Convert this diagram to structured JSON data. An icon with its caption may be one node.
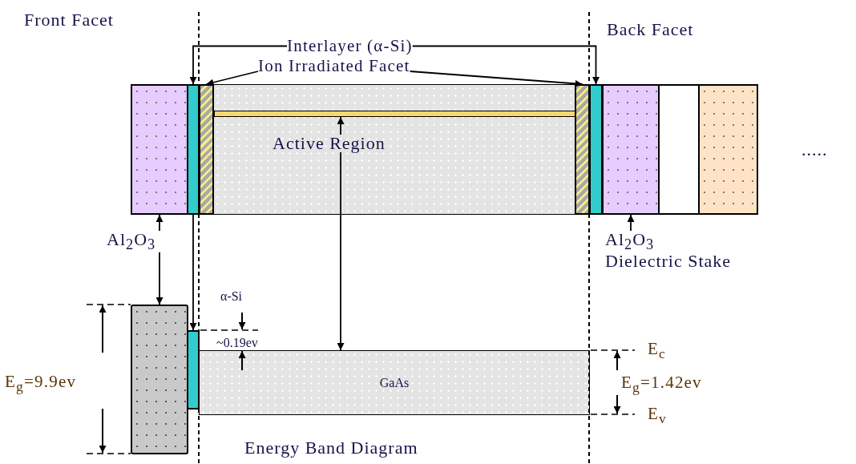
{
  "diagram": {
    "nodes": [
      {
        "text": [
          "Interlayer (α-Si)"
        ]
      },
      {
        "text": [
          "Ion Irradiated Facet"
        ]
      },
      {
        "text": [],
        "shape": "bar"
      },
      {
        "text": [],
        "shape": "bar"
      },
      {
        "text": [],
        "shape": "bar"
      },
      {
        "text": [],
        "shape": "bar"
      },
      {
        "text": [],
        "shape": "bar"
      },
      {
        "text": [],
        "shape": "bar"
      },
      {
        "text": [],
        "shape": "bar"
      },
      {
        "text": [],
        "shape": "bar"
      },
      {
        "text": [],
        "shape": "bar"
      },
      {
        "text": [
          "Active Region"
        ]
      },
      {
        "text": [
          "Al$_{2}$O$_{3}$"
        ]
      },
      {
        "text": [
          "Al$_{2}$O$_{3}$"
        ]
      },
      {
        "text": [],
        "shape": "box"
      },
      {
        "text": [],
        "shape": "box"
      },
      {
        "text": [
          "GaAs"
        ]
      }
    ],
    "edges": [
      {
        "from": 0,
        "to": 3,
        "arrow": "to"
      },
      {
        "from": 0,
        "to": 7,
        "arrow": "to"
      },
      {
        "from": 1,
        "to": 4,
        "arrow": "to"
      },
      {
        "from": 1,
        "to": 6,
        "arrow": "to"
      },
      {
        "from": 11,
        "to": 5,
        "arrow": "to"
      },
      {
        "from": 11,
        "to": 16,
        "arrow": "to"
      },
      {
        "from": 12,
        "to": 2,
        "arrow": "to"
      },
      {
        "from": 12,
        "to": 14,
        "arrow": "to"
      },
      {
        "from": 13,
        "to": 8,
        "arrow": "to"
      },
      {
        "from": 3,
        "to": 15,
        "arrow": "to"
      }
    ],
    "labels": [
      "Front Facet",
      "Back Facet",
      ".....",
      "Dielectric Stake",
      "α-Si",
      "~0.19ev",
      "E$_{g}$=9.9ev",
      "E$_{c}$",
      "E$_{g}$=1.42ev",
      "E$_{v}$",
      "Energy Band Diagram"
    ]
  }
}
